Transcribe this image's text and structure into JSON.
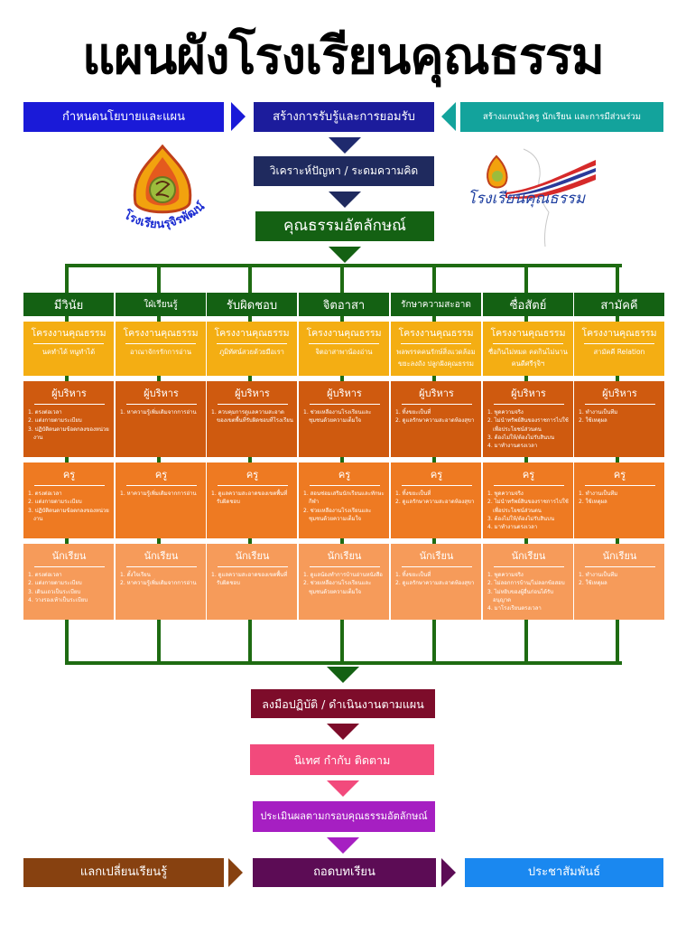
{
  "title": "แผนผังโรงเรียนคุณธรรม",
  "top_row": {
    "left": "กำหนดนโยบายและแผน",
    "center": "สร้างการรับรู้และการยอมรับ",
    "right": "สร้างแกนนำครู นักเรียน และการมีส่วนร่วม"
  },
  "analyze": "วิเคราะห์ปัญหา / ระดมความคิด",
  "identity": "คุณธรรมอัตลักษณ์",
  "logos": {
    "left_caption": "โรงเรียนรุจิรพัฒน์",
    "right_caption": "โรงเรียนคุณธรรม"
  },
  "colors": {
    "green_dark": "#146113",
    "project_yellow": "#f4ae13",
    "admin_orange": "#cf5a0f",
    "teacher_orange": "#ee7a22",
    "student_orange": "#f69b5a"
  },
  "role_labels": {
    "admin": "ผู้บริหาร",
    "teacher": "ครู",
    "student": "นักเรียน"
  },
  "project_header": "โครงงานคุณธรรม",
  "columns": [
    {
      "value": "มีวินัย",
      "project": "นคทำได้ หนูทำได้",
      "admin": [
        "1. ตรงต่อเวลา",
        "2. แต่งกายตามระเบียบ",
        "3. ปฏิบัติตนตามข้อตกลงของหน่วยงาน"
      ],
      "teacher": [
        "1. ตรงต่อเวลา",
        "2. แต่งกายตามระเบียบ",
        "3. ปฏิบัติตนตามข้อตกลงของหน่วยงาน"
      ],
      "student": [
        "1. ตรงต่อเวลา",
        "2. แต่งกายตามระเบียบ",
        "3. เดินแถวเป็นระเบียบ",
        "4. วางรองเท้าเป็นระเบียบ"
      ]
    },
    {
      "value": "ใฝ่เรียนรู้",
      "project": "อาณาจักรรักการอ่าน",
      "admin": [
        "1. หาความรู้เพิ่มเติมจากการอ่าน"
      ],
      "teacher": [
        "1. หาความรู้เพิ่มเติมจากการอ่าน"
      ],
      "student": [
        "1. ตั้งใจเรียน",
        "2. หาความรู้เพิ่มเติมจากการอ่าน"
      ]
    },
    {
      "value": "รับผิดชอบ",
      "project": "ภูมิทัศน์สวยด้วยมือเรา",
      "admin": [
        "1. ควบคุมการดูแลความสะอาดของเขตพื้นที่รับผิดชอบที่โรงเรียน"
      ],
      "teacher": [
        "1. ดูแลความสะอาดของเขตพื้นที่รับผิดชอบ"
      ],
      "student": [
        "1. ดูแลความสะอาดของเขตพื้นที่รับผิดชอบ"
      ]
    },
    {
      "value": "จิตอาสา",
      "project": "จิตอาสาพาน้องอ่าน",
      "admin": [
        "1. ช่วยเหลืองานโรงเรียนและชุมชนด้วยความเต็มใจ"
      ],
      "teacher": [
        "1. สอนซ่อมเสริมนักเรียนและทักษะกีฬา",
        "2. ช่วยเหลืองานโรงเรียนและชุมชนด้วยความเต็มใจ"
      ],
      "student": [
        "1. ดูแลน้องทำการบ้านอ่านหนังสือ",
        "2. ช่วยเหลืองานโรงเรียนและชุมชนด้วยความเต็มใจ"
      ]
    },
    {
      "value": "รักษาความสะอาด",
      "project": "พลพรรคคนรักษ์สิ่งแวดล้อม ขยะลงถัง ปลูกฝังคุณธรรม",
      "admin": [
        "1. ทิ้งขยะเป็นที่",
        "2. ดูแลรักษาความสะอาดห้องสุขา"
      ],
      "teacher": [
        "1. ทิ้งขยะเป็นที่",
        "2. ดูแลรักษาความสะอาดห้องสุขา"
      ],
      "student": [
        "1. ทิ้งขยะเป็นที่",
        "2. ดูแลรักษาความสะอาดห้องสุขา"
      ]
    },
    {
      "value": "ซื่อสัตย์",
      "project": "ซื่อกินไม่หมด คดกินไม่นาน คนดีศรีรุจิฯ",
      "admin": [
        "1. พูดความจริง",
        "2. ไม่นำทรัพย์สินของราชการไปใช้เพื่อประโยชน์ส่วนตน",
        "3. ต้องไม่ให้/ต้องไม่รับสินบน",
        "4. มาทำงานตรงเวลา"
      ],
      "teacher": [
        "1. พูดความจริง",
        "2. ไม่นำทรัพย์สินของราชการไปใช้เพื่อประโยชน์ส่วนตน",
        "3. ต้องไม่ให้/ต้องไม่รับสินบน",
        "4. มาทำงานตรงเวลา"
      ],
      "student": [
        "1. พูดความจริง",
        "2. ไม่ลอกการบ้าน/ไม่ลอกข้อสอบ",
        "3. ไม่หยิบของผู้อื่นก่อนได้รับอนุญาต",
        "4. มาโรงเรียนตรงเวลา"
      ]
    },
    {
      "value": "สามัคคี",
      "project": "สามัคคี Relation",
      "admin": [
        "1. ทำงานเป็นทีม",
        "2. ใช้เหตุผล"
      ],
      "teacher": [
        "1. ทำงานเป็นทีม",
        "2. ใช้เหตุผล"
      ],
      "student": [
        "1. ทำงานเป็นทีม",
        "2. ใช้เหตุผล"
      ]
    }
  ],
  "flow": {
    "implement": "ลงมือปฏิบัติ / ดำเนินงานตามแผน",
    "supervise": "นิเทศ กำกับ ติดตาม",
    "evaluate": "ประเมินผลตามกรอบคุณธรรมอัตลักษณ์"
  },
  "bottom_row": {
    "left": "แลกเปลี่ยนเรียนรู้",
    "center": "ถอดบทเรียน",
    "right": "ประชาสัมพันธ์"
  }
}
